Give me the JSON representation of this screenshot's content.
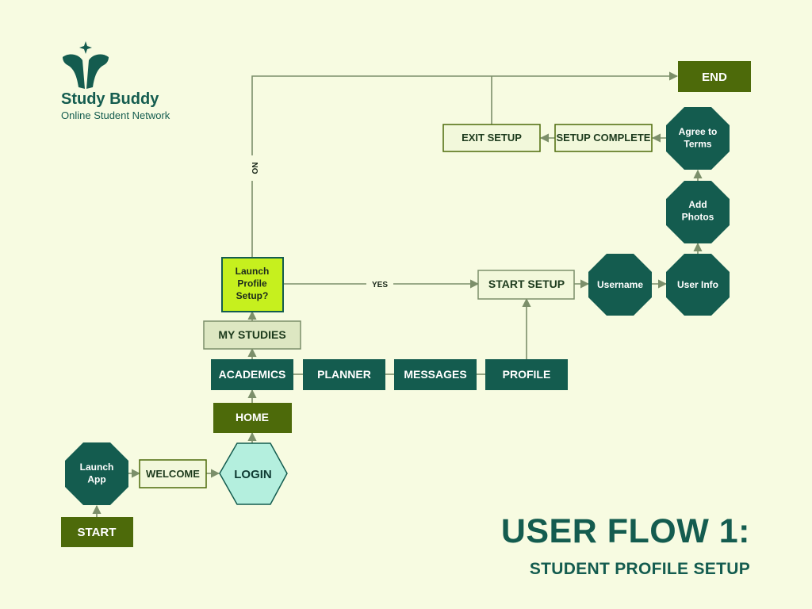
{
  "brand": {
    "name": "Study Buddy",
    "tagline": "Online Student Network",
    "logo_icon": "two-birds-star-logo-icon"
  },
  "title": {
    "main": "USER FLOW 1:",
    "sub": "STUDENT PROFILE SETUP"
  },
  "colors": {
    "background": "#f7fbe1",
    "dark_teal": "#145c4f",
    "olive": "#4d6a0a",
    "lime": "#c6f01e",
    "mint": "#b4efde",
    "pale_box": "#f2f8db",
    "sage": "#dde7c2",
    "connector": "#7c8f6a"
  },
  "nodes": {
    "start": "START",
    "launch_app": "Launch\nApp",
    "welcome": "WELCOME",
    "login": "LOGIN",
    "home": "HOME",
    "academics": "ACADEMICS",
    "planner": "PLANNER",
    "messages": "MESSAGES",
    "profile": "PROFILE",
    "my_studies": "MY STUDIES",
    "launch_profile_setup": "Launch\nProfile\nSetup?",
    "start_setup": "START SETUP",
    "username": "Username",
    "user_info": "User Info",
    "add_photos": "Add\nPhotos",
    "agree_terms": "Agree to\nTerms",
    "setup_complete": "SETUP COMPLETE",
    "exit_setup": "EXIT SETUP",
    "end": "END"
  },
  "edge_labels": {
    "yes": "YES",
    "no": "NO"
  }
}
